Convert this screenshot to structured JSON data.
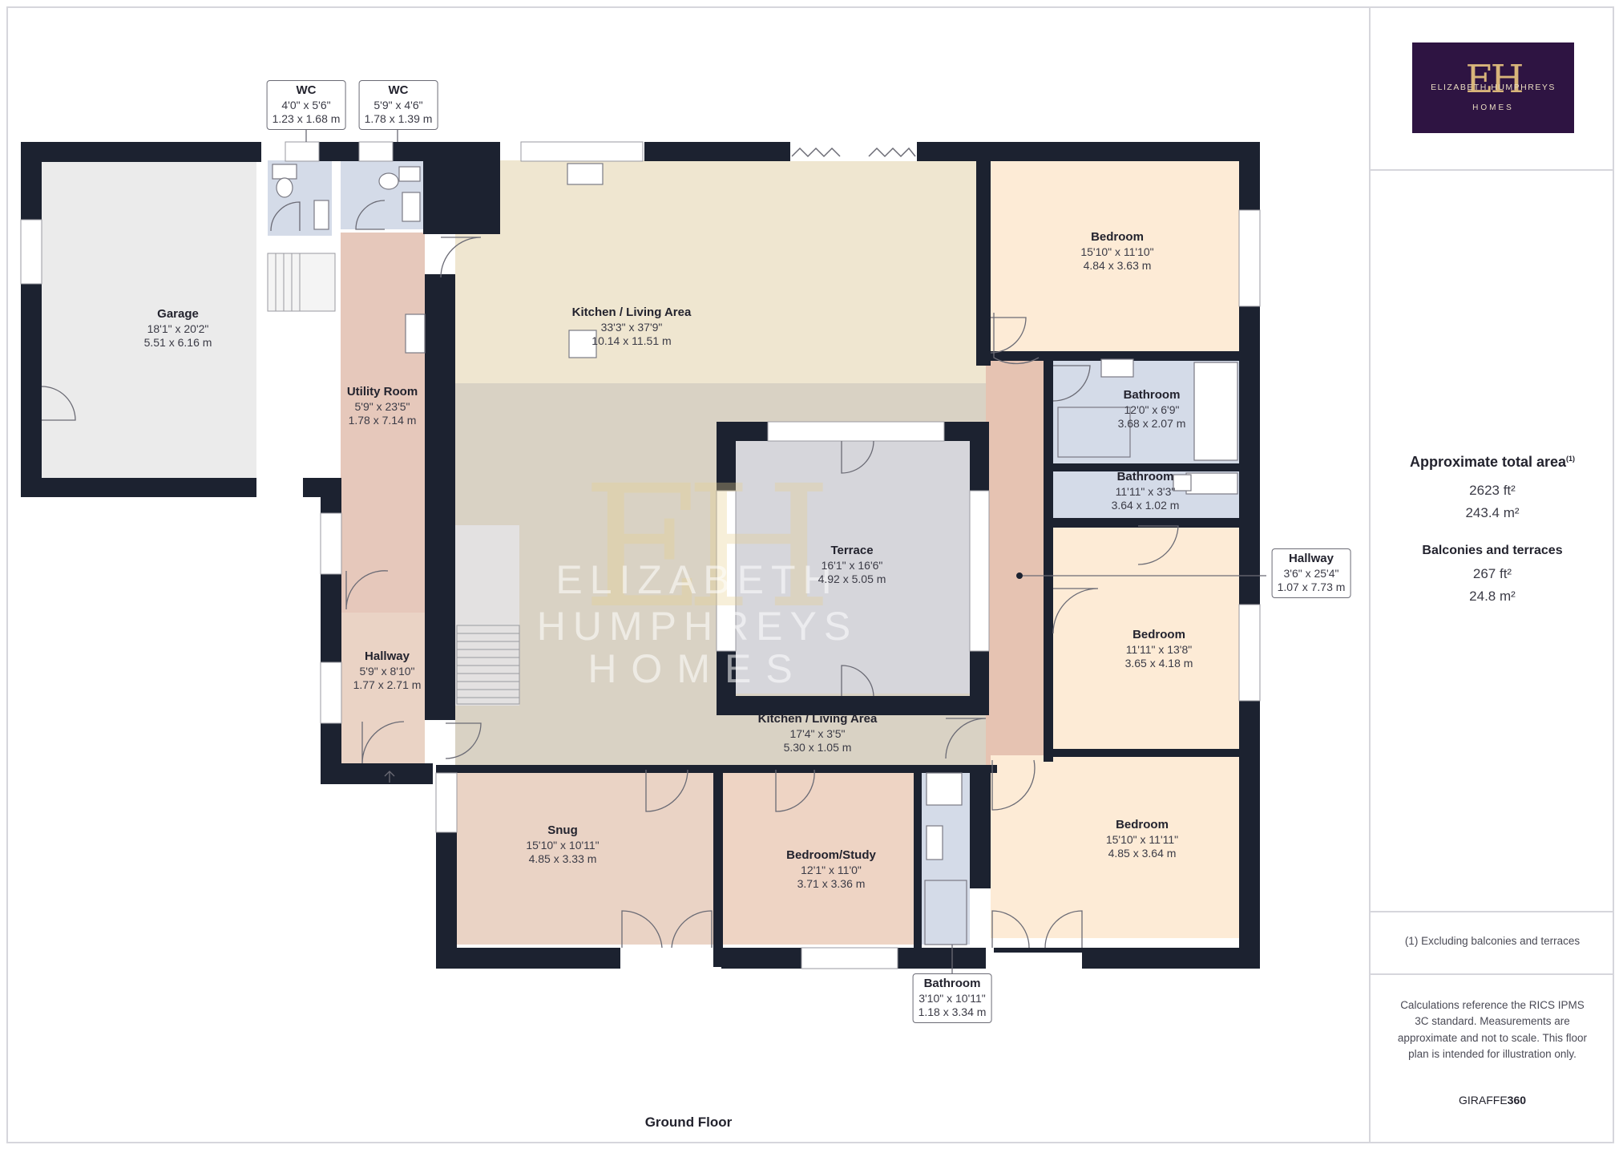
{
  "floor_title": "Ground Floor",
  "rooms": {
    "garage": {
      "name": "Garage",
      "imperial": "18'1\" x 20'2\"",
      "metric": "5.51 x 6.16 m"
    },
    "kitchen_main": {
      "name": "Kitchen / Living Area",
      "imperial": "33'3\" x 37'9\"",
      "metric": "10.14 x 11.51 m"
    },
    "bedroom_top": {
      "name": "Bedroom",
      "imperial": "15'10\" x 11'10\"",
      "metric": "4.84 x 3.63 m"
    },
    "bathroom_1": {
      "name": "Bathroom",
      "imperial": "12'0\" x 6'9\"",
      "metric": "3.68 x 2.07 m"
    },
    "bathroom_2": {
      "name": "Bathroom",
      "imperial": "11'11\" x 3'3\"",
      "metric": "3.64 x 1.02 m"
    },
    "utility": {
      "name": "Utility Room",
      "imperial": "5'9\" x 23'5\"",
      "metric": "1.78 x 7.14 m"
    },
    "terrace": {
      "name": "Terrace",
      "imperial": "16'1\" x 16'6\"",
      "metric": "4.92 x 5.05 m"
    },
    "hallway_left": {
      "name": "Hallway",
      "imperial": "5'9\" x 8'10\"",
      "metric": "1.77 x 2.71 m"
    },
    "bedroom_mid": {
      "name": "Bedroom",
      "imperial": "11'11\" x 13'8\"",
      "metric": "3.65 x 4.18 m"
    },
    "kitchen_lower": {
      "name": "Kitchen / Living Area",
      "imperial": "17'4\" x 3'5\"",
      "metric": "5.30 x 1.05 m"
    },
    "snug": {
      "name": "Snug",
      "imperial": "15'10\" x 10'11\"",
      "metric": "4.85 x 3.33 m"
    },
    "study": {
      "name": "Bedroom/Study",
      "imperial": "12'1\" x 11'0\"",
      "metric": "3.71 x 3.36 m"
    },
    "bedroom_bottom": {
      "name": "Bedroom",
      "imperial": "15'10\" x 11'11\"",
      "metric": "4.85 x 3.64 m"
    }
  },
  "callouts": {
    "wc_1": {
      "name": "WC",
      "imperial": "4'0\" x 5'6\"",
      "metric": "1.23 x 1.68 m"
    },
    "wc_2": {
      "name": "WC",
      "imperial": "5'9\" x 4'6\"",
      "metric": "1.78 x 1.39 m"
    },
    "hallway_right": {
      "name": "Hallway",
      "imperial": "3'6\" x 25'4\"",
      "metric": "1.07 x 7.73 m"
    },
    "bathroom_3": {
      "name": "Bathroom",
      "imperial": "3'10\" x 10'11\"",
      "metric": "1.18 x 3.34 m"
    }
  },
  "watermark": {
    "mono": "EH",
    "text": "ELIZABETH HUMPHREYS",
    "sub": "HOMES"
  },
  "logo": {
    "mono": "EH",
    "brand": "ELIZABETH HUMPHREYS",
    "sub": "HOMES",
    "bg_color": "#2e1442"
  },
  "summary": {
    "total_title": "Approximate total area",
    "total_note_mark": "(1)",
    "total_ft": "2623 ft²",
    "total_m": "243.4 m²",
    "balc_title": "Balconies and terraces",
    "balc_ft": "267 ft²",
    "balc_m": "24.8 m²"
  },
  "footnote": "(1) Excluding balconies and terraces",
  "disclaimer": "Calculations reference the RICS IPMS 3C standard. Measurements are approximate and not to scale. This floor plan is intended for illustration only.",
  "credit_pre": "GIRAFFE",
  "credit_bold": "360",
  "colors": {
    "wall": "#1c2230",
    "kitchen": "#efe6d0",
    "bedroom": "#fdebd6",
    "utility": "#e6c8bb",
    "bath": "#d4dbe8",
    "snug": "#ead3c5",
    "garage": "#ebebeb",
    "terrace": "#d6d6db"
  }
}
